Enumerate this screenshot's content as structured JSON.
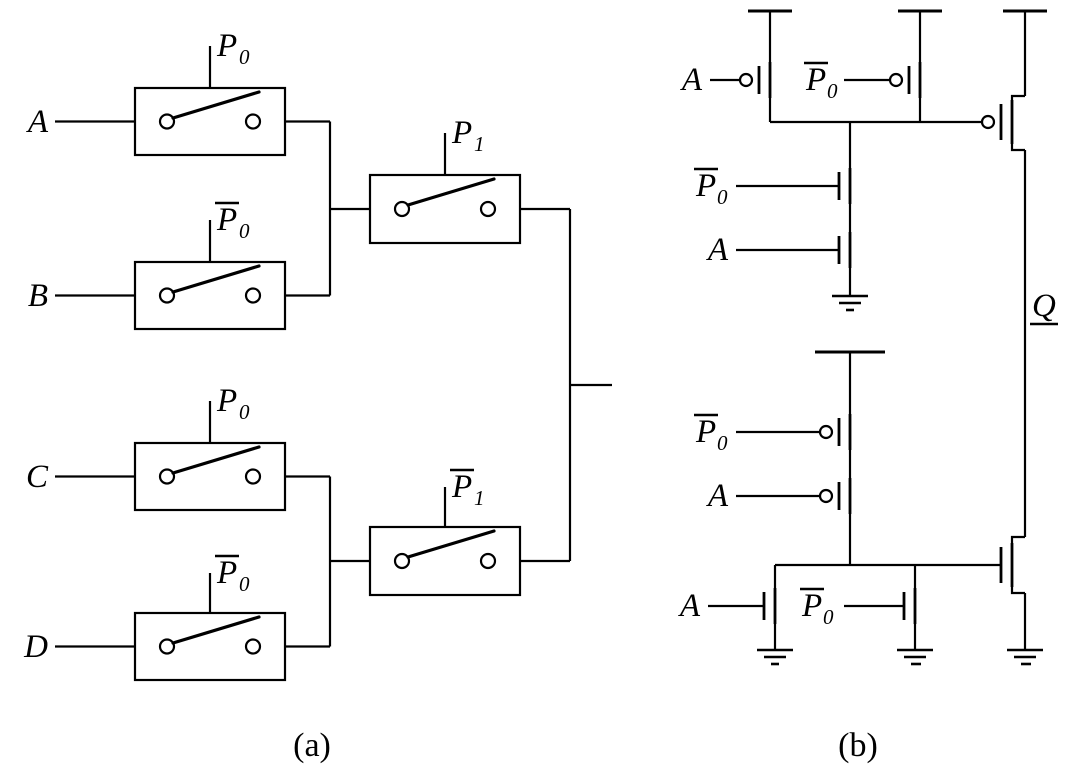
{
  "figure": {
    "type": "circuit-diagram",
    "background_color": "#ffffff",
    "line_color": "#000000",
    "caption_a": "(a)",
    "caption_b": "(b)"
  },
  "labels": {
    "A": "A",
    "B": "B",
    "C": "C",
    "D": "D",
    "P": "P",
    "Q": "Q",
    "sub0": "0",
    "sub1": "1"
  },
  "panel_a": {
    "description": "switch-network mux of inputs A,B,C,D",
    "switches": [
      {
        "input": "A",
        "control": "P0"
      },
      {
        "input": "B",
        "control": "P0-bar"
      },
      {
        "input": "C",
        "control": "P0"
      },
      {
        "input": "D",
        "control": "P0-bar"
      },
      {
        "control": "P1"
      },
      {
        "control": "P1-bar"
      }
    ]
  },
  "panel_b": {
    "description": "CMOS transistor implementation with output Q",
    "transistor_gates": [
      "A",
      "P0-bar",
      "P0-bar",
      "A",
      "P0-bar",
      "A",
      "A",
      "P0-bar"
    ],
    "output": "Q"
  }
}
